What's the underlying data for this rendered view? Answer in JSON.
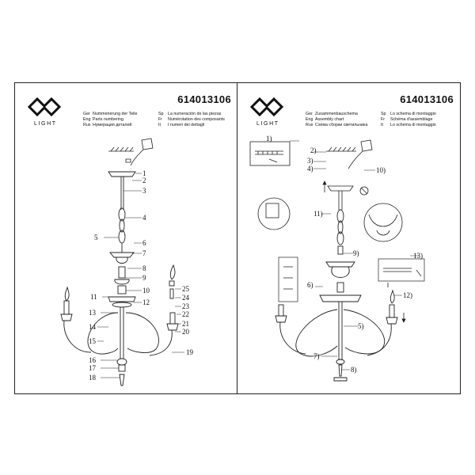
{
  "brand": {
    "logo_text": "LIGHT"
  },
  "left_page": {
    "code": "614013106",
    "langs": [
      [
        "Ger",
        "Nummerierung der Teile",
        "Sp",
        "La numeración de las piezas"
      ],
      [
        "Eng",
        "Parts numbering",
        "Fr",
        "Numérotation des composants"
      ],
      [
        "Rus",
        "Нумерация деталей",
        "It",
        "I numeri dei dettagli"
      ]
    ],
    "labels": [
      "1",
      "2",
      "3",
      "4",
      "5",
      "6",
      "7",
      "8",
      "9",
      "10",
      "11",
      "12",
      "13",
      "14",
      "15",
      "16",
      "17",
      "18",
      "19",
      "20",
      "21",
      "22",
      "23",
      "24",
      "25"
    ]
  },
  "right_page": {
    "code": "614013106",
    "langs": [
      [
        "Ger",
        "Zusammenbauschema",
        "Sp",
        "Lo schema di montaggio"
      ],
      [
        "Eng",
        "Assembly chart",
        "Fr",
        "Schéma d'assemblage"
      ],
      [
        "Rus",
        "Схема сборки светильника",
        "It",
        "Lo schema di montaggio"
      ]
    ],
    "steps": [
      "1)",
      "2)",
      "3)",
      "4)",
      "5)",
      "6)",
      "7)",
      "8)",
      "9)",
      "10)",
      "11)",
      "12)",
      "13)"
    ]
  }
}
